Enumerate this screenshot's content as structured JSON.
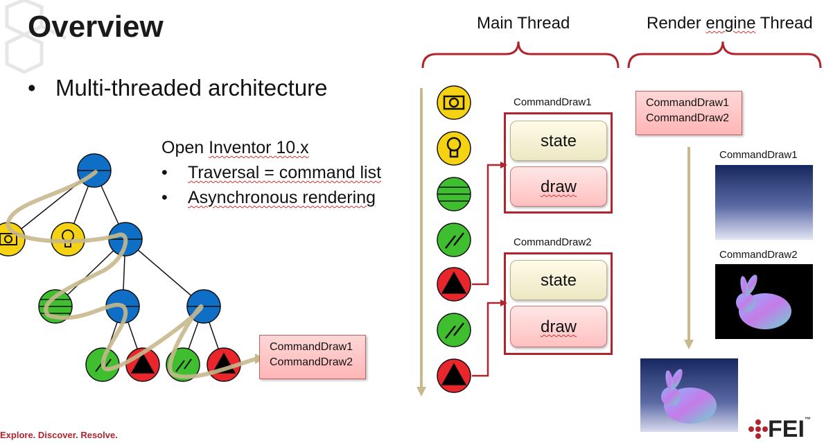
{
  "slide": {
    "title": "Overview",
    "bullet": "Multi-threaded architecture",
    "product": "Open Inventor 10.x",
    "sub_bullets": [
      "Traversal = command list",
      "Asynchronous rendering"
    ],
    "footer": "Explore. Discover. Resolve.",
    "logo": "FEI"
  },
  "threads": {
    "main": "Main Thread",
    "render": "Render engine Thread"
  },
  "commands": {
    "cmd1": "CommandDraw1",
    "cmd2": "CommandDraw2",
    "state": "state",
    "draw": "draw"
  },
  "colors": {
    "blue_node": "#0f6fc6",
    "yellow_node": "#f5d312",
    "green_node": "#3fbf2f",
    "red_node": "#e8262b",
    "accent_red": "#b0242e",
    "arrow_tan": "#c8b88d"
  },
  "icons": [
    "camera-icon",
    "light-bulb-icon",
    "material-sphere-icon",
    "transform-icon",
    "shape-triangle-icon",
    "transform-icon",
    "shape-triangle-icon"
  ]
}
